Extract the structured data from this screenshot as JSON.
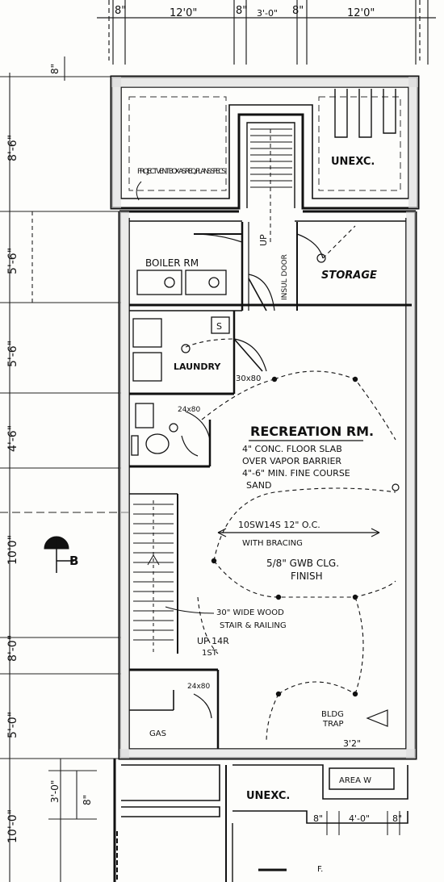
{
  "top_dims": {
    "d1": "8\"",
    "d2": "12'0\"",
    "d3": "8\"",
    "d4": "3'-0\"",
    "d5": "8\"",
    "d6": "12'0\""
  },
  "left_dims": {
    "d1": "8'-6\"",
    "d2": "5'-6\"",
    "d3": "5'-6\"",
    "d4": "4'-6\"",
    "d5": "10'0\"",
    "d6": "8'-0\"",
    "d7": "5'-0\"",
    "d8": "10'-0\"",
    "d9": "3'-0\"",
    "d10": "8\"",
    "d11": "8\""
  },
  "bottom_dims": {
    "d1": "8\"",
    "d2": "4'-0\"",
    "d3": "8\"",
    "d4": "3'2\""
  },
  "notes": {
    "vent": "PROJECT VENT BOX AS REQ. PLANS SPECS",
    "unexc_top": "UNEXC.",
    "boiler": "BOILER RM",
    "storage": "STORAGE",
    "insul_door": "INSUL DOOR",
    "laundry": "LAUNDRY",
    "rec_title": "RECREATION RM.",
    "rec_l1": "4\" CONC. FLOOR SLAB",
    "rec_l2": "OVER VAPOR BARRIER",
    "rec_l3": "4\"-6\" MIN. FINE COURSE",
    "rec_l4": "SAND",
    "joist": "10SW14S 12\" O.C.",
    "bracing": "WITH BRACING",
    "gwb1": "5/8\" GWB CLG.",
    "gwb2": "FINISH",
    "stair1": "30\" WIDE WOOD",
    "stair2": "STAIR & RAILING",
    "up": "UP 14R",
    "first": "1ST",
    "closet": "24x80",
    "closet2": "24x80",
    "door_size": "30x80",
    "gas": "GAS",
    "bldg1": "BLDG",
    "bldg2": "TRAP",
    "unexc_bot": "UNEXC.",
    "areaway": "AREA W",
    "sec": "B",
    "s_label": "S",
    "up_stair": "UP",
    "page": "F."
  }
}
